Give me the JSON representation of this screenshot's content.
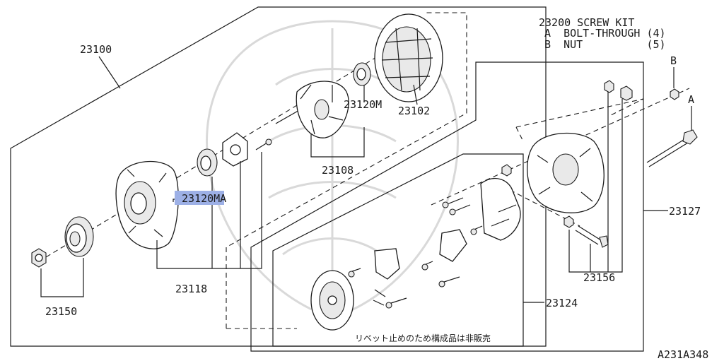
{
  "screw_kit": {
    "title": "23200 SCREW KIT",
    "line_a": "A  BOLT-THROUGH (4)",
    "line_b": "B  NUT          (5)"
  },
  "parts": {
    "p23100": "23100",
    "p23102": "23102",
    "p23120m": "23120M",
    "p23108": "23108",
    "p23120ma": "23120MA",
    "p23118": "23118",
    "p23150": "23150",
    "p23127": "23127",
    "p23156": "23156",
    "p23124": "23124",
    "ref_a": "A",
    "ref_b": "B"
  },
  "note": "リベット止めのため構成品は非販売",
  "diagram_id": "A231A348",
  "highlight_color": "#9db0e6"
}
